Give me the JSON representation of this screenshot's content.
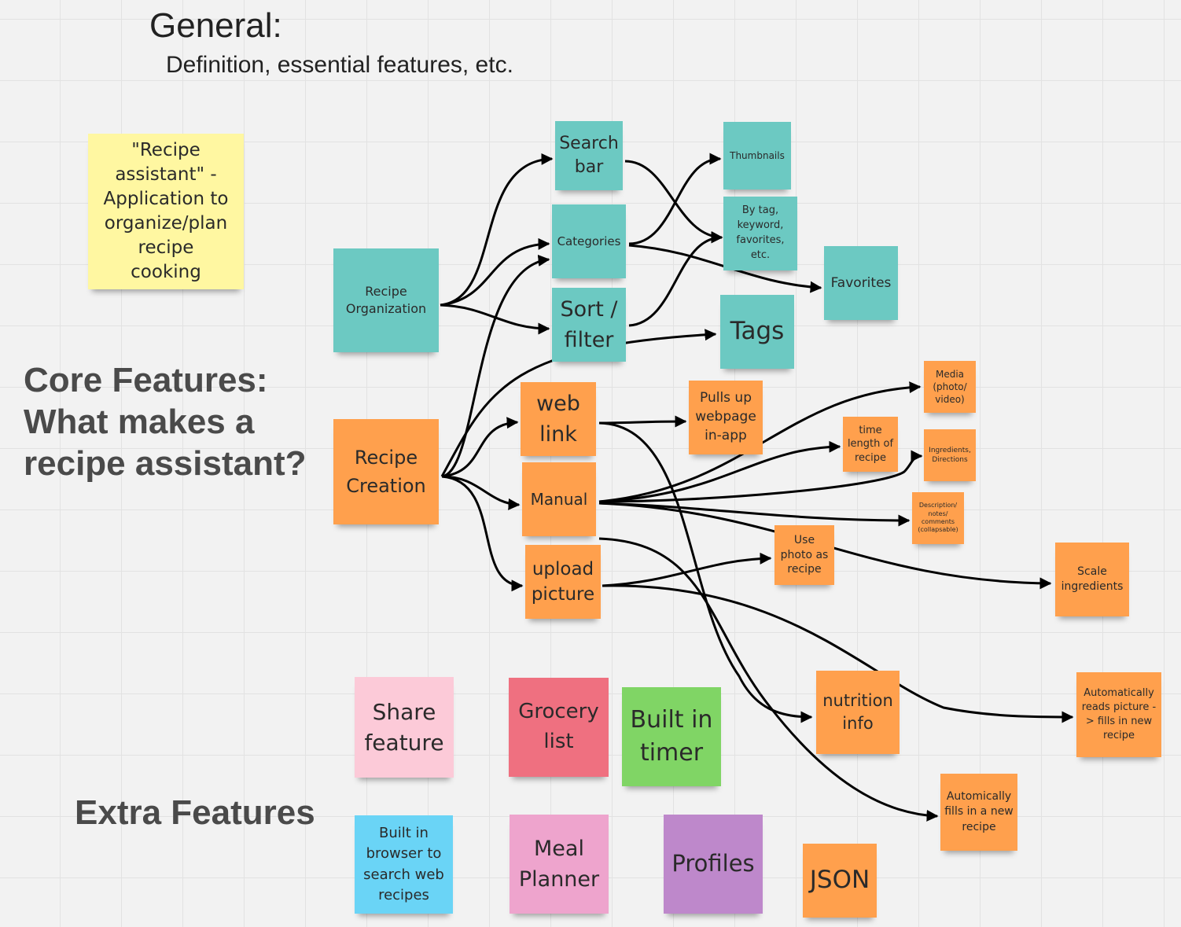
{
  "header": {
    "title": "General:",
    "subtitle": "Definition, essential features, etc."
  },
  "sections": {
    "core": "Core Features: What makes a recipe assistant?",
    "extra": "Extra Features"
  },
  "notes": {
    "definition": "\"Recipe assistant\" - Application to organize/plan recipe cooking",
    "recipe_organization": "Recipe Organization",
    "search_bar": "Search bar",
    "categories": "Categories",
    "sort_filter": "Sort / filter",
    "thumbnails": "Thumbnails",
    "by_tag": "By tag, keyword, favorites, etc.",
    "favorites": "Favorites",
    "tags": "Tags",
    "recipe_creation": "Recipe Creation",
    "web_link": "web link",
    "manual": "Manual",
    "upload_picture": "upload picture",
    "pulls_up_webpage": "Pulls up webpage in-app",
    "media": "Media (photo/ video)",
    "time_length": "time length of recipe",
    "ingredients_directions": "Ingredients, Directions",
    "description_notes": "Description/ notes/ comments (collapsable)",
    "use_photo": "Use photo as recipe",
    "scale_ingredients": "Scale ingredients",
    "nutrition_info": "nutrition info",
    "auto_reads_picture": "Automatically reads picture -> fills in new recipe",
    "auto_fills": "Automically fills in a new recipe",
    "share_feature": "Share feature",
    "grocery_list": "Grocery list",
    "built_in_timer": "Built in timer",
    "built_in_browser": "Built in browser to search web recipes",
    "meal_planner": "Meal Planner",
    "profiles": "Profiles",
    "json": "JSON"
  },
  "colors": {
    "core_organization": "#6cc9c2",
    "core_creation": "#ffa04d",
    "definition": "#fff7a1",
    "share": "#fccad8",
    "grocery": "#ef7080",
    "timer": "#80d565",
    "browser": "#6ad4f6",
    "meal_planner": "#eea4cd",
    "profiles": "#be88cb",
    "json": "#ffa04d"
  }
}
